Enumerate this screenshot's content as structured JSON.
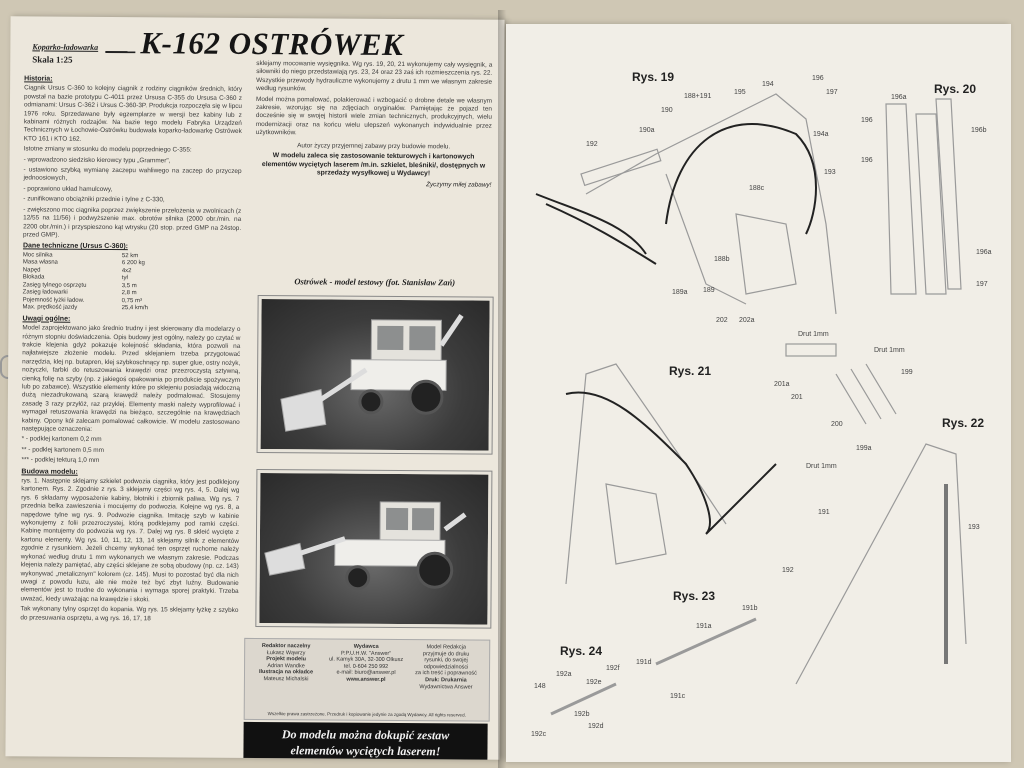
{
  "left_page": {
    "kicker": "Koparko-ładowarka",
    "scale": "Skala 1:25",
    "title": "K-162 OSTRÓWEK",
    "history_heading": "Historia:",
    "history_text": "Ciągnik Ursus C-360 to kolejny ciągnik z rodziny ciągników średnich, który powstał na bazie prototypu C-4011 przez Ursusa C-355 do Ursusa C-360 z odmianami: Ursus C-362 i Ursus C-360-3P. Produkcja rozpoczęła się w lipcu 1976 roku. Sprzedawane były egzemplarze w wersji bez kabiny lub z kabinami różnych rodzajów. Na bazie tego modelu Fabryka Urządzeń Technicznych w Łochowie-Ostrówku budowała koparko-ładowarkę Ostrówek KTO 161 i KTO 162.",
    "changes_intro": "Istotne zmiany w stosunku do modelu poprzedniego C-355:",
    "changes": [
      "- wprowadzono siedzisko kierowcy typu „Grammer\",",
      "- ustawiono szybką wymianę zaczepu wahliwego na zaczep do przyczep jednoosiowych,",
      "- poprawiono układ hamulcowy,",
      "- zunifikowano obciążniki przednie i tylne z C-330,",
      "- zwiększono moc ciągnika poprzez zwiększenie przełożenia w zwolnicach (z 12/55 na 11/56) i podwyższenie max. obrotów silnika (2000 obr./min. na 2200 obr./min.) i przyspieszono kąt wtrysku (20 stop. przed GMP na 24stop. przed GMP)."
    ],
    "tech_heading": "Dane techniczne (Ursus C-360):",
    "tech_rows": [
      [
        "Moc silnika",
        "52 km"
      ],
      [
        "Masa własna",
        "6 200 kg"
      ],
      [
        "Napęd",
        "4x2"
      ],
      [
        "Blokada",
        "tył"
      ],
      [
        "Zasięg tylnego osprzętu",
        "3,5 m"
      ],
      [
        "Zasięg ładowarki",
        "2,8 m"
      ],
      [
        "Pojemność łyżki ładow.",
        "0,75 m³"
      ],
      [
        "Max. prędkość jazdy",
        "25,4 km/h"
      ]
    ],
    "notes_heading": "Uwagi ogólne:",
    "notes_text": "Model zaprojektowano jako średnio trudny i jest skierowany dla modelarzy o różnym stopniu doświadczenia. Opis budowy jest ogólny, należy go czytać w trakcie klejenia gdyż pokazuje kolejność składania, która pozwoli na najłatwiejsze złożenie modelu. Przed sklejaniem trzeba przygotować narzędzia, klej np. butapren, klej szybkoschnący np. super glue, ostry nożyk, nożyczki, farbki do retuszowania krawędzi oraz przezroczystą sztywną, cienką folię na szyby (np. z jakiegoś opakowania po produkcie spożywczym lub po zabawce). Wszystkie elementy które po sklejeniu posiadają widoczną dużą niezadrukowaną szarą krawędź należy podmalować. Stosujemy zasadę 3 razy przyłóż, raz przyklej. Elementy maski należy wyprofilować i wymagał retuszowania krawędzi na bieżąco, szczególnie na krawędziach kabiny. Opony kół zalecam pomalować całkowicie. W modelu zastosowano następujące oznaczenia:",
    "legend": [
      "* - podklej kartonem 0,2 mm",
      "** - podklej kartonem 0,5 mm",
      "*** - podklej tekturą 1,0 mm"
    ],
    "build_heading": "Budowa modelu:",
    "build_text": "rys. 1. Następnie sklejamy szkielet podwozia ciągnika, który jest podklejony kartonem. Rys. 2. Zgodnie z rys. 3 sklejamy części wg rys. 4, 5. Dalej wg rys. 6 składamy wyposażenie kabiny, błotniki i zbiornik paliwa. Wg rys. 7 przednia belka zawieszenia i mocujemy do podwozia. Kolejne wg rys. 8, a napędowe tylne wg rys. 9. Podwozie ciągnika. Imitację szyb w kabinie wykonujemy z folii przezroczystej, którą podklejamy pod ramki części. Kabinę montujemy do podwozia wg rys. 7. Dalej wg rys. 8 skleić wycięte z kartonu elementy. Wg rys. 10, 11, 12, 13, 14 sklejamy silnik z elementów zgodnie z rysunkiem. Jeżeli chcemy wykonać ten osprzęt ruchome należy wykonać według drutu 1 mm wykonanych we własnym zakresie. Podczas klejenia należy pamiętać, aby części sklejane ze sobą obudowy (np. cz. 143) wykonywać „metalicznym\" kolorem (cz. 145). Musi to pozostać być dla nich uwagi z powodu łuzu, ale nie może też być zbyt luźny. Budowanie elementów jest to trudne do wykonania i wymaga sporej praktyki. Trzeba uważać, kiedy uważając na krawędzie i skoki.",
    "build_tail": "Tak wykonany tylny osprzęt do kopania. Wg rys. 15 sklejamy łyżkę z szybko do przesuwania osprzętu, a wg rys. 16, 17, 18",
    "right_col_text": "sklejamy mocowanie wysięgnika. Wg rys. 19, 20, 21 wykonujemy cały wysięgnik, a siłowniki do niego przedstawiają rys. 23, 24 oraz 23 zaś ich rozmieszczenia rys. 22. Wszystkie przewody hydrauliczne wykonujemy z drutu 1 mm we własnym zakresie według rysunków.",
    "right_col_text2": "Model można pomalować, polakierować i wzbogacić o drobne detale we własnym zakresie, wzorując się na zdjęciach oryginałów. Pamiętając że pojazd ten docześnie się w swojej historii wiele zmian technicznych, produkcyjnych, wielu modernizacji oraz na końcu wielu ulepszeń wykonanych indywidualnie przez użytkowników.",
    "wish": "Autor życzy przyjemnej zabawy przy budowie modelu.",
    "laser_note": "W modelu zaleca się zastosowanie tekturowych i kartonowych elementów wyciętych laserem /m.in. szkielet, bleśniki/, dostępnych w sprzedaży wysyłkowej u Wydawcy!",
    "sign_off": "Życzymy miłej zabawy!",
    "photo_caption": "Ostrówek - model testowy (fot. Stanisław Zań)",
    "credits": {
      "col1": [
        "Redaktor naczelny",
        "Łukasz Wąwrzy",
        "Projekt modelu",
        "Adrian Wandke",
        "Ilustracja na okładce",
        "Mateusz Michalski"
      ],
      "col2": [
        "Wydawca",
        "P.P.U.H.W. \"Answer\"",
        "ul. Kamyk 30A, 32-300 Olkusz",
        "tel. 0-604 250 992",
        "e-mail: biuro@answer.pl",
        "www.answer.pl"
      ],
      "col3": [
        "Model Redakcja",
        "przyjmuje do druku",
        "rysunki, do swojej",
        "odpowiedzialności",
        "za ich treść i poprawność",
        "Druk: Drukarnia",
        "Wydawnictwa Answer"
      ],
      "footer": "Wszelkie prawa zastrzeżone. Przedruk i kopiowanie jedynie za zgodą Wydawcy. All rights reserved."
    },
    "banner_line1": "Do modelu można dokupić zestaw",
    "banner_line2": "elementów wyciętych laserem!"
  },
  "right_page": {
    "figures": [
      {
        "label": "Rys. 19"
      },
      {
        "label": "Rys. 20"
      },
      {
        "label": "Rys. 21"
      },
      {
        "label": "Rys. 22"
      },
      {
        "label": "Rys. 23"
      },
      {
        "label": "Rys. 24"
      }
    ],
    "wire_label": "Drut 1mm",
    "part_numbers": [
      "192",
      "190",
      "188+191",
      "195",
      "194",
      "196",
      "197",
      "190a",
      "194a",
      "193",
      "188c",
      "188b",
      "189a",
      "189",
      "202",
      "202a",
      "196a",
      "196",
      "196b",
      "196",
      "196a",
      "197",
      "201a",
      "201",
      "199",
      "200",
      "199a",
      "191",
      "192",
      "193",
      "191a",
      "191b",
      "191c",
      "191d",
      "148",
      "192a",
      "192b",
      "192c",
      "192d",
      "192e",
      "192f"
    ]
  }
}
